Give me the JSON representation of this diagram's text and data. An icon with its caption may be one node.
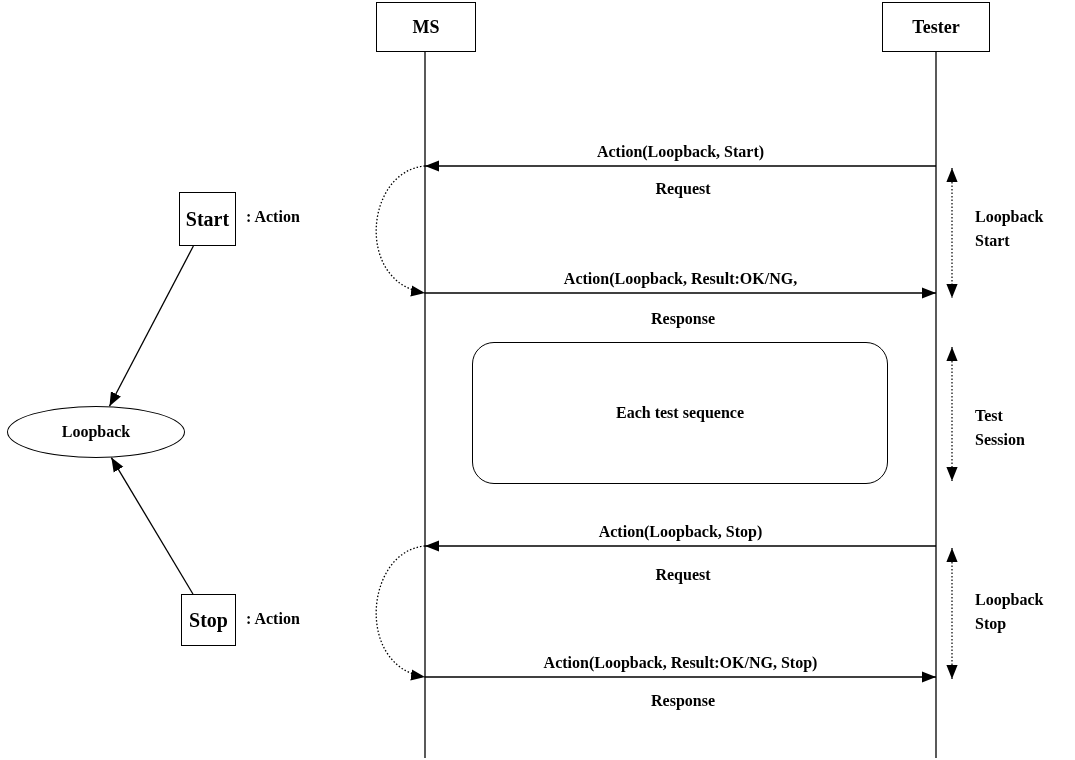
{
  "diagram": {
    "nodes": [
      {
        "text": [
          "MS"
        ]
      },
      {
        "text": [
          "Tester"
        ]
      },
      {
        "text": [
          "Start"
        ],
        "beside": [
          ": Action"
        ]
      },
      {
        "text": [
          "Loopback"
        ]
      },
      {
        "text": [
          "Stop"
        ],
        "beside": [
          ": Action"
        ]
      },
      {
        "text": [
          "Each test sequence"
        ]
      }
    ],
    "edges": [
      {
        "from": 1,
        "to": 0,
        "arrow": "to",
        "label": "Action(Loopback, Start)"
      },
      {
        "from": 0,
        "to": 0,
        "arrow": "to",
        "style": "dashed"
      },
      {
        "from": 0,
        "to": 1,
        "arrow": "to",
        "label": "Action(Loopback, Result:OK/NG,"
      },
      {
        "from": 1,
        "to": 0,
        "arrow": "to",
        "label": "Action(Loopback, Stop)"
      },
      {
        "from": 0,
        "to": 0,
        "arrow": "to",
        "style": "dashed"
      },
      {
        "from": 0,
        "to": 1,
        "arrow": "to",
        "label": "Action(Loopback, Result:OK/NG, Stop)"
      },
      {
        "from": 2,
        "to": 3,
        "arrow": "to"
      },
      {
        "from": 4,
        "to": 3,
        "arrow": "to"
      }
    ],
    "labels": [
      "Request",
      "Response",
      "Loopback Start",
      "Test Session",
      "Request",
      "Response",
      "Loopback Stop"
    ]
  }
}
